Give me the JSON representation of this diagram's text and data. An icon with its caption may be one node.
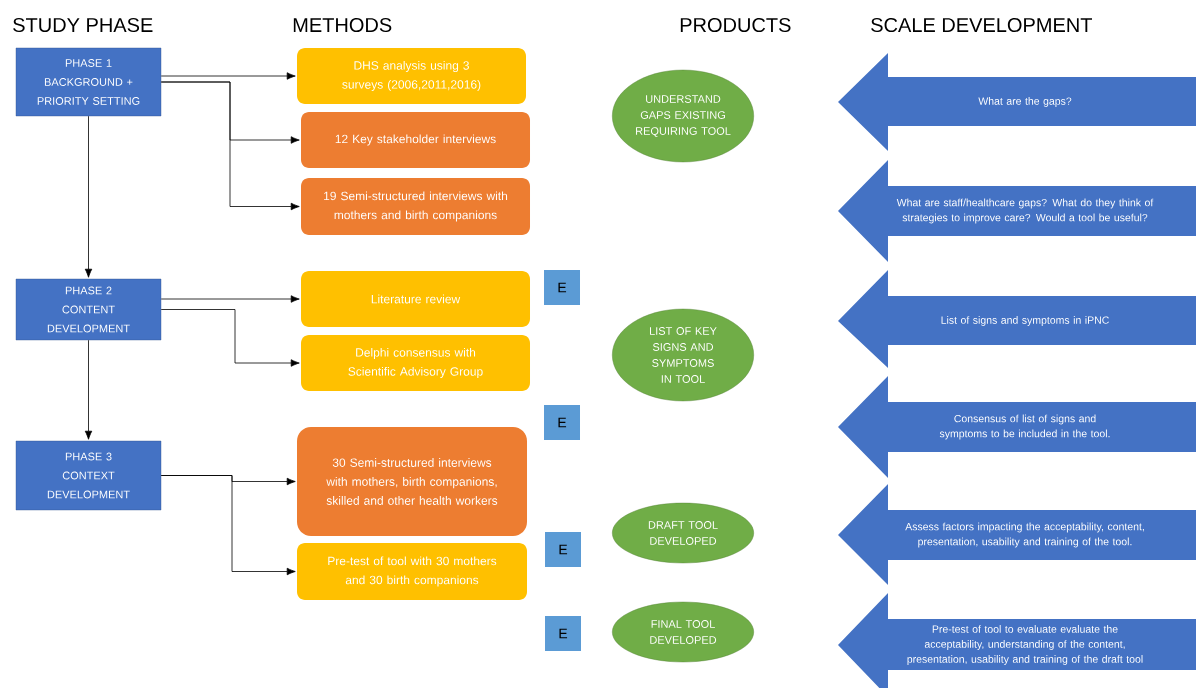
{
  "diagram": {
    "nodes": [
      {
        "text": [
          "PHASE 1 BACKGROUND + PRIORITY SETTING"
        ]
      },
      {
        "text": [
          "PHASE 2 CONTENT DEVELOPMENT"
        ]
      },
      {
        "text": [
          "PHASE 3 CONTEXT DEVELOPMENT"
        ]
      },
      {
        "text": [
          "DHS analysis using 3 surveys (2006,2011,2016)"
        ]
      },
      {
        "text": [
          "12 Key stakeholder interviews"
        ]
      },
      {
        "text": [
          "19 Semi-structured interviews with mothers and birth companions"
        ]
      },
      {
        "text": [
          "Literature  review"
        ]
      },
      {
        "text": [
          "Delphi consensus with Scientific Advisory Group"
        ]
      },
      {
        "text": [
          "30 Semi-structured interviews with mothers, birth companions, skilled and other health workers"
        ]
      },
      {
        "text": [
          "Pre-test of tool with 30 mothers and 30  birth companions"
        ]
      },
      {
        "text": [
          "E"
        ]
      },
      {
        "text": [
          "E"
        ]
      },
      {
        "text": [
          "E"
        ]
      },
      {
        "text": [
          "E"
        ]
      },
      {
        "text": [
          "UNDERSTAND GAPS EXISTING REQUIRING TOOL"
        ]
      },
      {
        "text": [
          "LIST OF KEY SIGNS AND SYMPTOMS IN TOOL"
        ]
      },
      {
        "text": [
          "DRAFT TOOL DEVELOPED"
        ]
      },
      {
        "text": [
          "FINAL TOOL DEVELOPED"
        ]
      },
      {
        "text": [
          "What are the gaps?"
        ]
      },
      {
        "text": [
          "What are staff/healthcare gaps? What do they think of strategies to improve care? Would a tool be useful?"
        ]
      },
      {
        "text": [
          "List of signs and symptoms in iPNC"
        ]
      },
      {
        "text": [
          "Consensus of list of signs and symptoms  to be included in the tool."
        ]
      },
      {
        "text": [
          "Assess  factors impacting the acceptability, content, presentation, usability and training of the tool."
        ]
      },
      {
        "text": [
          "Pre-test of tool to evaluate evaluate the acceptability, understanding of the content, presentation, usability and training of the draft tool"
        ]
      }
    ],
    "edges": [
      {
        "from": 0,
        "to": 1,
        "arrow": "to"
      },
      {
        "from": 1,
        "to": 2,
        "arrow": "to"
      },
      {
        "from": 0,
        "to": 3,
        "arrow": "to"
      },
      {
        "from": 0,
        "to": 4,
        "arrow": "to"
      },
      {
        "from": 0,
        "to": 5,
        "arrow": "to"
      },
      {
        "from": 1,
        "to": 6,
        "arrow": "to"
      },
      {
        "from": 1,
        "to": 7,
        "arrow": "to"
      },
      {
        "from": 2,
        "to": 8,
        "arrow": "to"
      },
      {
        "from": 2,
        "to": 9,
        "arrow": "to"
      }
    ],
    "labels": [
      "STUDY PHASE",
      "METHODS",
      "PRODUCTS",
      "SCALE DEVELOPMENT"
    ]
  }
}
